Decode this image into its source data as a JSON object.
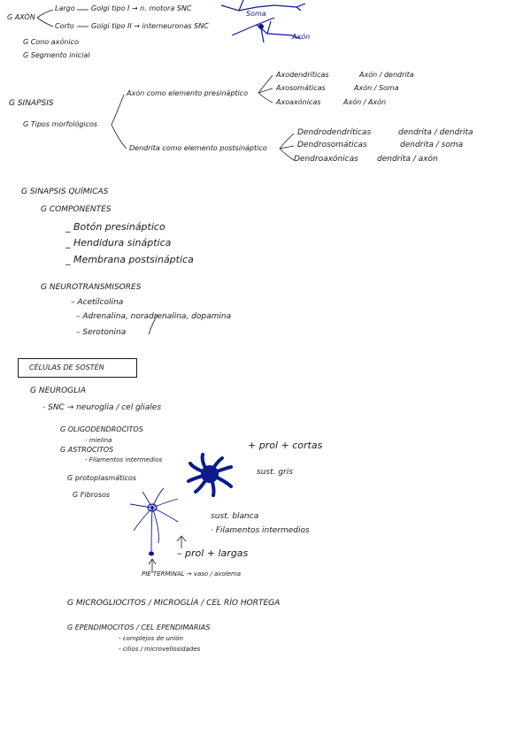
{
  "colors": {
    "ink": "#1a1a1a",
    "drawing": "#0d1a8c"
  },
  "axon": {
    "bullet": "G",
    "label": "AXÓN",
    "largo": "Largo",
    "largo_result": "Golgi tipo I → n. motora SNC",
    "corto": "Corto",
    "corto_result": "Golgi tipo II → interneuronas SNC",
    "soma_label": "Soma",
    "axon_label": "Axón"
  },
  "cono": "G  Cono axónico",
  "segmento": "G  Segmento inicial",
  "sinapsis": {
    "title": "G  SINAPSIS",
    "tipos": "G  Tipos morfológicos",
    "axon_pre": "Axón como elemento presináptico",
    "axon_items": [
      {
        "name": "Axodendríticas",
        "rel": "Axón / dendrita"
      },
      {
        "name": "Axosomáticas",
        "rel": "Axón / Soma"
      },
      {
        "name": "Axoaxónicas",
        "rel": "Axón / Axón"
      }
    ],
    "dend_post": "Dendrita como elemento postsináptico",
    "dend_items": [
      {
        "name": "Dendrodendríticas",
        "rel": "dendrita / dendrita"
      },
      {
        "name": "Dendrosomáticas",
        "rel": "dendrita / soma"
      },
      {
        "name": "Dendroaxónicas",
        "rel": "dendrita / axón"
      }
    ]
  },
  "quimicas": {
    "title": "G  SINAPSIS QUÍMICAS",
    "componentes": "G  COMPONENTES",
    "comp_items": [
      "_ Botón presináptico",
      "_ Hendidura sináptica",
      "_ Membrana postsináptica"
    ],
    "neuro": "G  NEUROTRANSMISORES",
    "neuro_items": [
      "– Acetilcolina",
      "– Adrenalina, noradrenalina, dopamina",
      "– Serotonina"
    ]
  },
  "soporte": {
    "box": "CÉLULAS DE SOSTÉN",
    "neuroglia": "G  NEUROGLIA",
    "snc": "- SNC → neuroglia / cel gliales",
    "oligo": "G  OLIGODENDROCITOS",
    "oligo_sub": "- mielina",
    "astro": "G  ASTROCITOS",
    "astro_sub": "- Filamentos intermedios",
    "proto": "G  protoplasmáticos",
    "fibro": "G  Fibrosos",
    "proto_note1": "+ prol  + cortas",
    "proto_note2": "sust. gris",
    "fibro_note1": "sust. blanca",
    "fibro_note2": "· Filamentos intermedios",
    "fibro_note3": "– prol  + largas",
    "pie": "PIE TERMINAL → vaso / axolema",
    "micro": "G  MICROGLIOCITOS / MICROGLÍA / CEL RÍO HORTEGA",
    "epen": "G  EPENDIMOCITOS / CEL EPENDIMARIAS",
    "epen_items": [
      "- complejos de unión",
      "- cilios / microvellosidades"
    ]
  }
}
